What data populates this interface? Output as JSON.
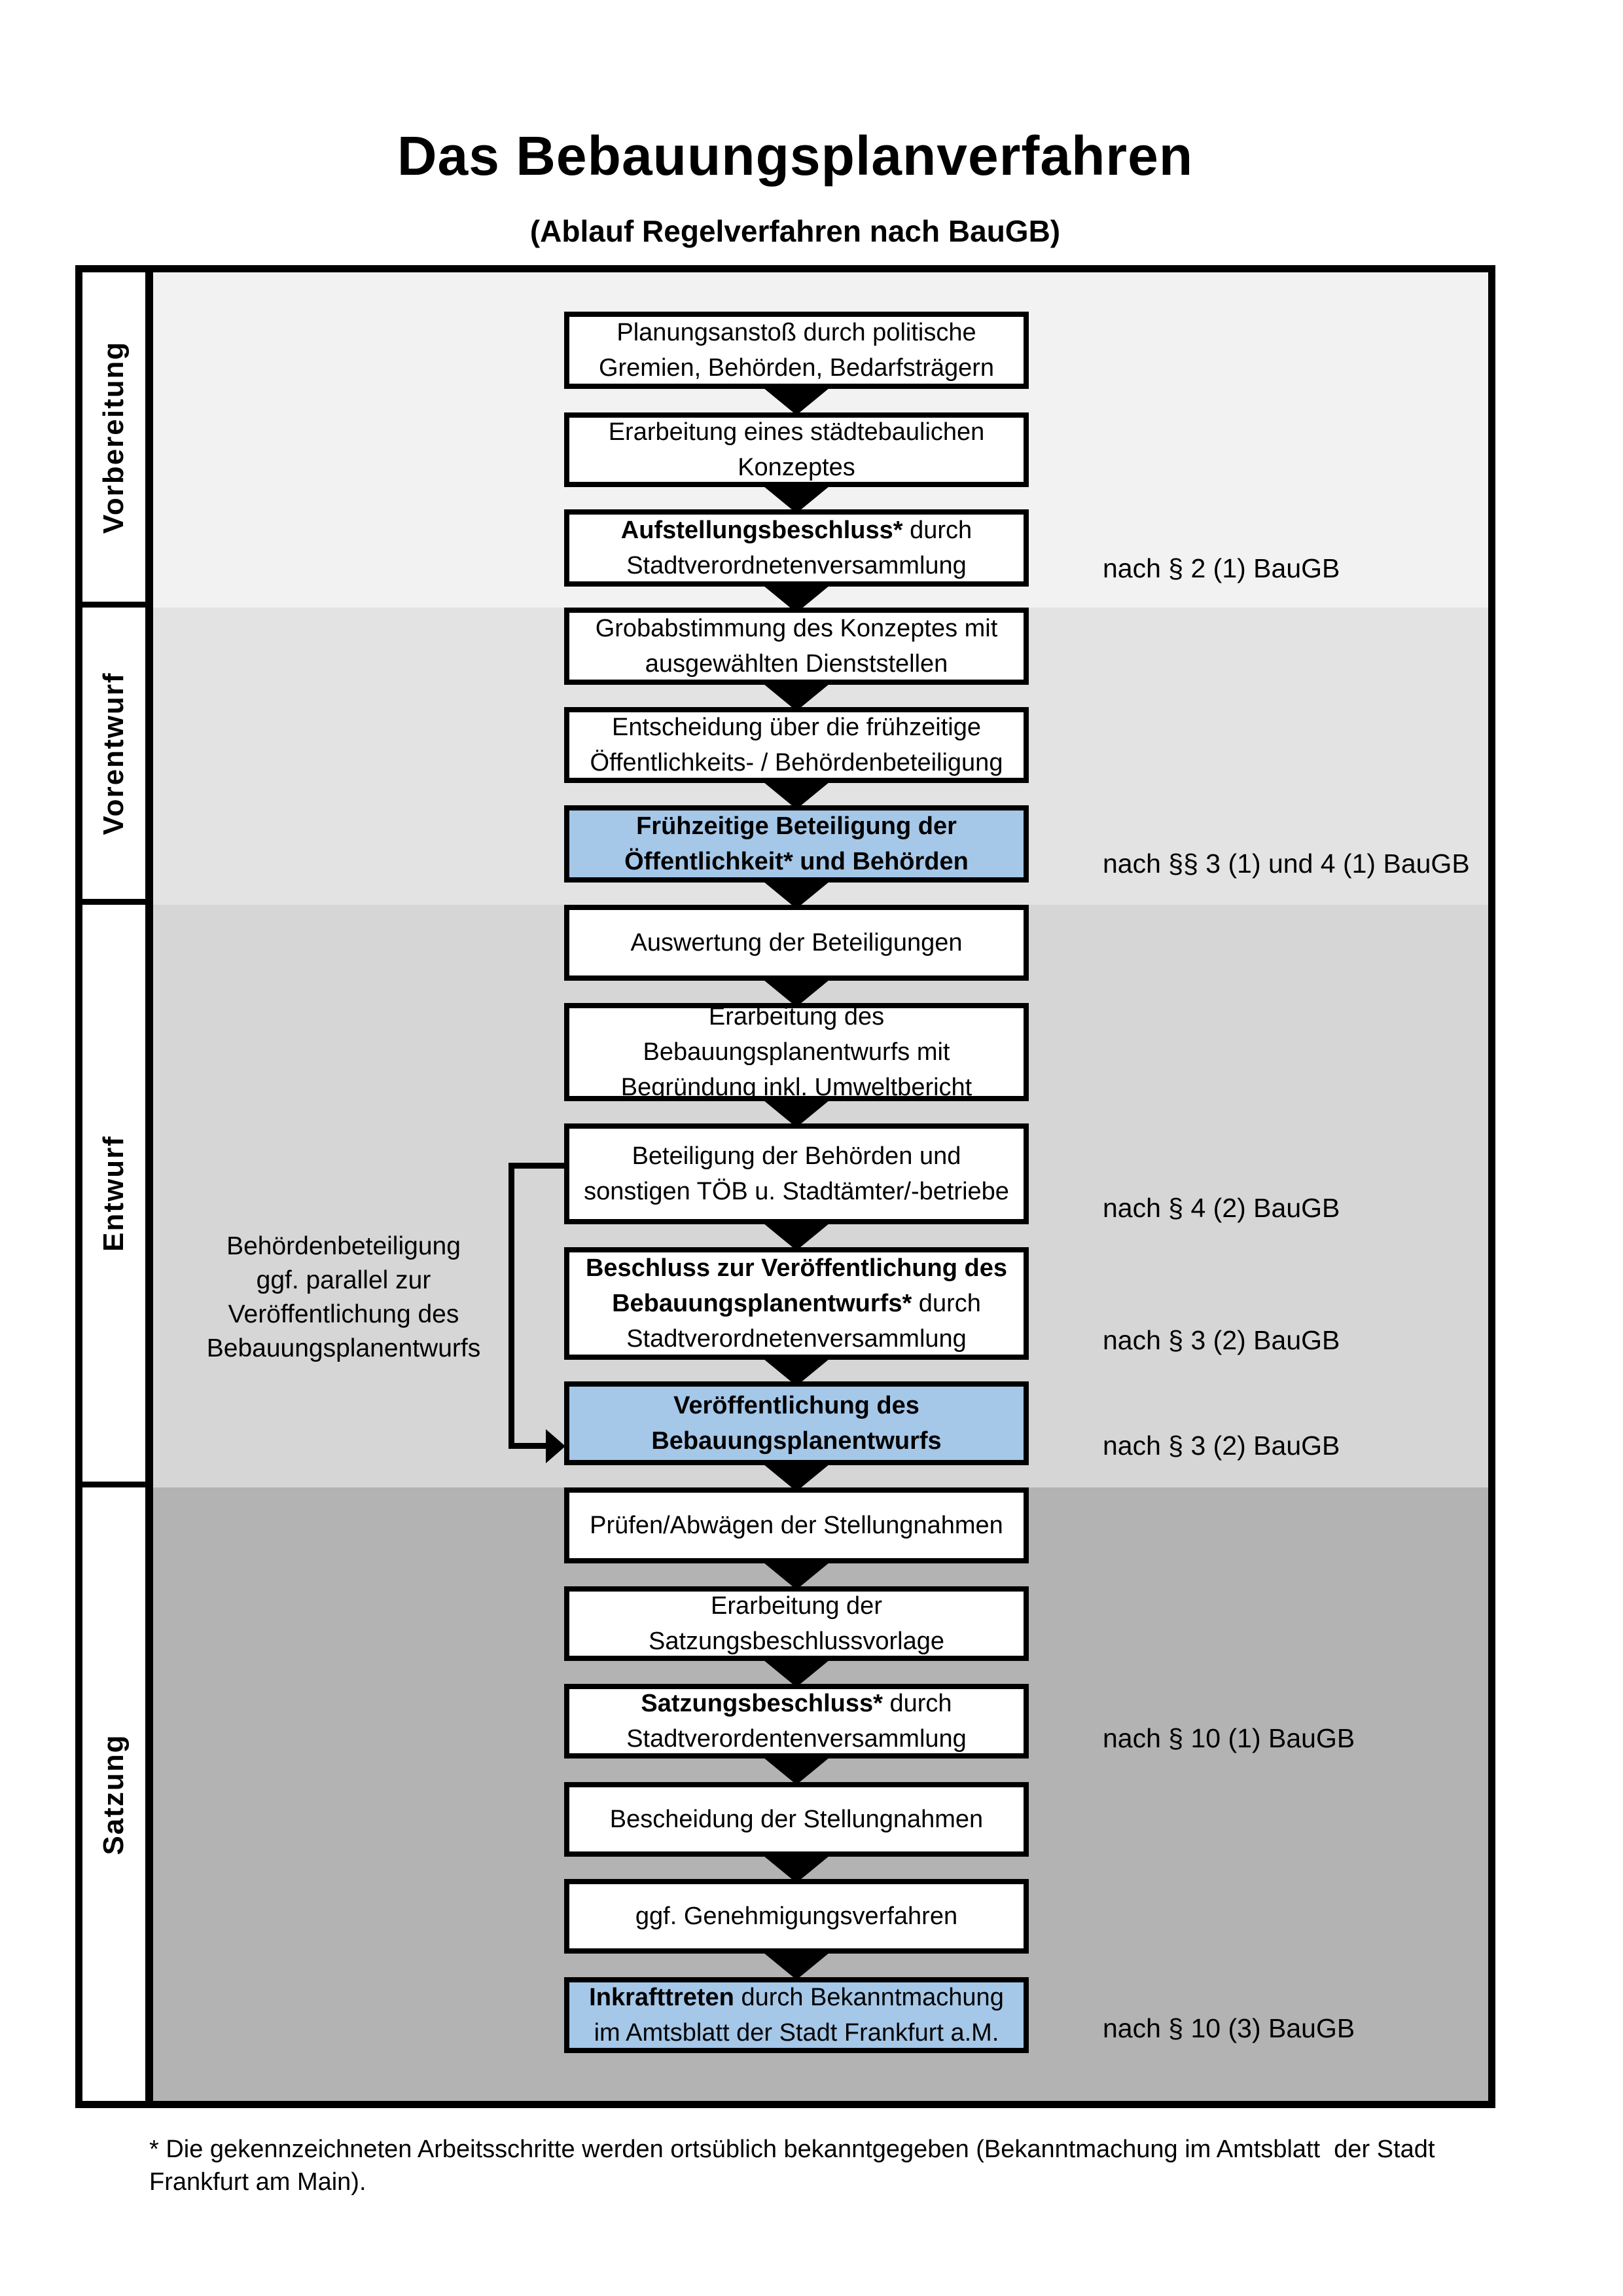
{
  "page": {
    "title": "Das Bebauungsplanverfahren",
    "subtitle": "(Ablauf Regelverfahren nach BauGB)",
    "footnote_lines": [
      "* Die gekennzeichneten Arbeitsschritte werden ortsüblich bekanntgegeben (Bekanntmachung im Amtsblatt  der Stadt",
      "Frankfurt am Main)."
    ]
  },
  "colors": {
    "highlight_blue": "#a5c7e8",
    "phase_backgrounds": [
      "#f2f2f2",
      "#e3e3e3",
      "#d6d6d6",
      "#b3b3b3"
    ],
    "box_border": "#000000"
  },
  "phases": [
    {
      "label": "Vorbereitung"
    },
    {
      "label": "Vorentwurf"
    },
    {
      "label": "Entwurf"
    },
    {
      "label": "Satzung"
    }
  ],
  "steps": [
    {
      "highlighted": false,
      "segments": [
        {
          "t": "Planungsanstoß durch politische"
        },
        {
          "t": "Gremien, Behörden, Bedarfsträgern",
          "nl": true
        }
      ]
    },
    {
      "highlighted": false,
      "segments": [
        {
          "t": "Erarbeitung eines städtebaulichen"
        },
        {
          "t": "Konzeptes",
          "nl": true
        }
      ]
    },
    {
      "highlighted": false,
      "segments": [
        {
          "t": "Aufstellungsbeschluss*",
          "b": true
        },
        {
          "t": " durch"
        },
        {
          "t": "Stadtverordnetenversammlung",
          "nl": true
        }
      ]
    },
    {
      "highlighted": false,
      "segments": [
        {
          "t": "Grobabstimmung des Konzeptes mit"
        },
        {
          "t": "ausgewählten Dienststellen",
          "nl": true
        }
      ]
    },
    {
      "highlighted": false,
      "segments": [
        {
          "t": "Entscheidung über die frühzeitige"
        },
        {
          "t": "Öffentlichkeits- / Behördenbeteiligung",
          "nl": true
        }
      ]
    },
    {
      "highlighted": true,
      "segments": [
        {
          "t": "Frühzeitige Beteiligung der",
          "b": true
        },
        {
          "t": "Öffentlichkeit* und Behörden",
          "b": true,
          "nl": true
        }
      ]
    },
    {
      "highlighted": false,
      "segments": [
        {
          "t": "Auswertung der Beteiligungen"
        }
      ]
    },
    {
      "highlighted": false,
      "segments": [
        {
          "t": "Erarbeitung des"
        },
        {
          "t": "Bebauungsplanentwurfs mit",
          "nl": true
        },
        {
          "t": "Begründung inkl. Umweltbericht",
          "nl": true
        }
      ]
    },
    {
      "highlighted": false,
      "segments": [
        {
          "t": "Beteiligung der Behörden und"
        },
        {
          "t": "sonstigen TÖB u. Stadtämter/-betriebe",
          "nl": true
        }
      ]
    },
    {
      "highlighted": false,
      "segments": [
        {
          "t": "Beschluss zur Veröffentlichung des",
          "b": true
        },
        {
          "t": "Bebauungsplanentwurfs*",
          "b": true,
          "nl": true
        },
        {
          "t": " durch"
        },
        {
          "t": "Stadtverordnetenversammlung",
          "nl": true
        }
      ]
    },
    {
      "highlighted": true,
      "segments": [
        {
          "t": "Veröffentlichung des",
          "b": true
        },
        {
          "t": "Bebauungsplanentwurfs",
          "b": true,
          "nl": true
        }
      ]
    },
    {
      "highlighted": false,
      "segments": [
        {
          "t": "Prüfen/Abwägen der Stellungnahmen"
        }
      ]
    },
    {
      "highlighted": false,
      "segments": [
        {
          "t": "Erarbeitung der"
        },
        {
          "t": "Satzungsbeschlussvorlage",
          "nl": true
        }
      ]
    },
    {
      "highlighted": false,
      "segments": [
        {
          "t": "Satzungsbeschluss*",
          "b": true
        },
        {
          "t": " durch"
        },
        {
          "t": "Stadtverordentenversammlung",
          "nl": true
        }
      ]
    },
    {
      "highlighted": false,
      "segments": [
        {
          "t": "Bescheidung der Stellungnahmen"
        }
      ]
    },
    {
      "highlighted": false,
      "segments": [
        {
          "t": "ggf. Genehmigungsverfahren"
        }
      ]
    },
    {
      "highlighted": true,
      "segments": [
        {
          "t": "Inkrafttreten",
          "b": true
        },
        {
          "t": " durch Bekanntmachung"
        },
        {
          "t": "im Amtsblatt der Stadt Frankfurt a.M.",
          "nl": true
        }
      ]
    }
  ],
  "references": [
    {
      "text": "nach § 2 (1) BauGB"
    },
    {
      "text": "nach §§ 3 (1) und 4 (1) BauGB"
    },
    {
      "text": "nach § 4 (2) BauGB"
    },
    {
      "text": "nach § 3 (2) BauGB"
    },
    {
      "text": "nach § 3 (2) BauGB"
    },
    {
      "text": "nach § 10 (1) BauGB"
    },
    {
      "text": "nach § 10 (3) BauGB"
    }
  ],
  "side_note": {
    "lines": [
      "Behördenbeteiligung",
      "ggf. parallel zur",
      "Veröffentlichung des",
      "Bebauungsplanentwurfs"
    ]
  }
}
